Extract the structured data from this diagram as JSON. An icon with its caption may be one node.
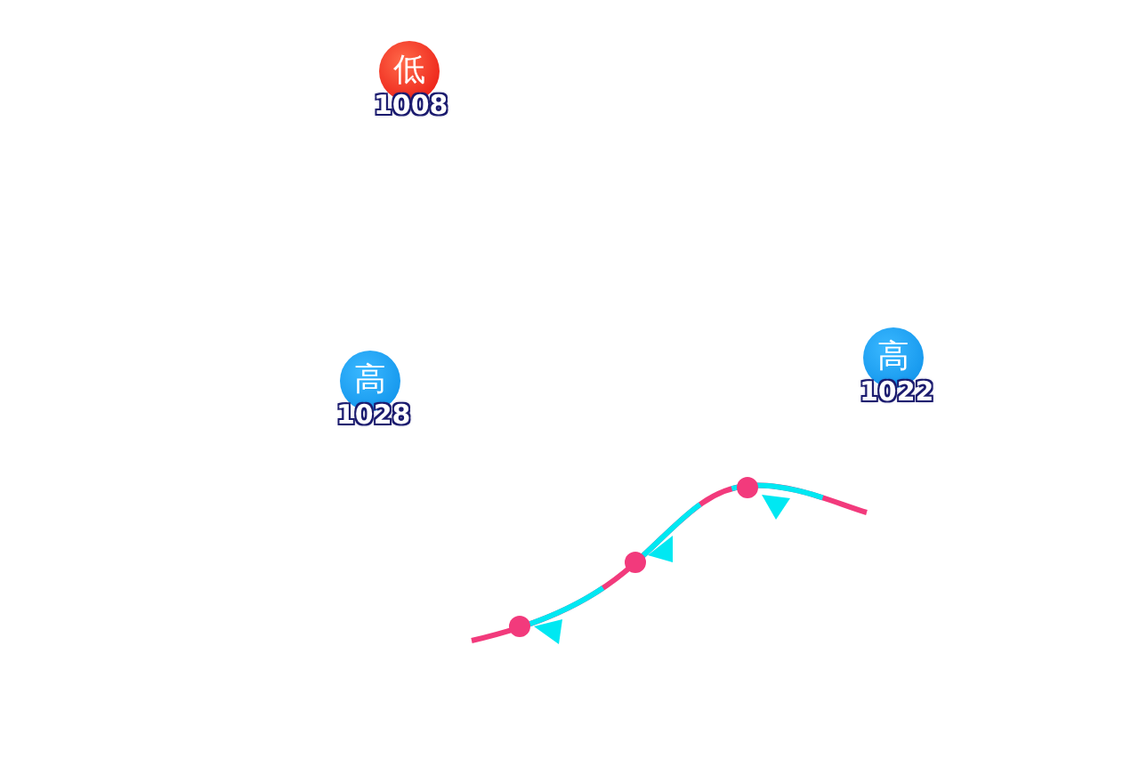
{
  "diagram": {
    "nodes": [
      {
        "text": [
          "低"
        ],
        "beside": [
          "1008"
        ]
      },
      {
        "text": [
          "高"
        ],
        "beside": [
          "1028"
        ]
      },
      {
        "text": [
          "高"
        ],
        "beside": [
          "1022"
        ]
      }
    ]
  }
}
